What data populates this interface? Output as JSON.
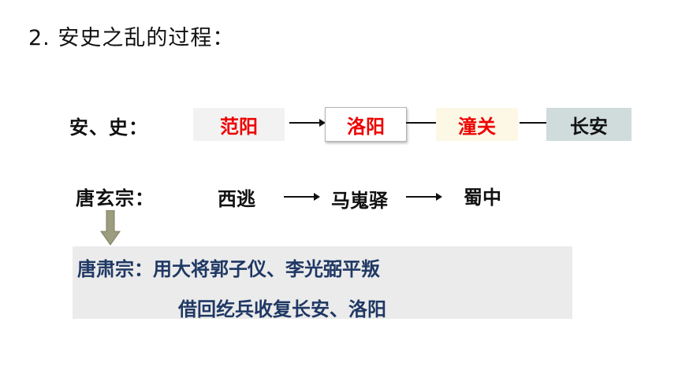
{
  "title": "2. 安史之乱的过程：",
  "rebels": {
    "label": "安、史：",
    "steps": [
      "范阳",
      "洛阳",
      "潼关",
      "长安"
    ]
  },
  "emperor": {
    "label": "唐玄宗：",
    "steps": [
      "西逃",
      "马嵬驿",
      "蜀中"
    ]
  },
  "successor": {
    "line1": "唐肃宗：用大将郭子仪、李光弼平叛",
    "line2": "借回纥兵收复长安、洛阳"
  },
  "colors": {
    "highlight_text": "#ee0000",
    "note_text": "#1f3864",
    "down_arrow": "#9c9c7e"
  }
}
